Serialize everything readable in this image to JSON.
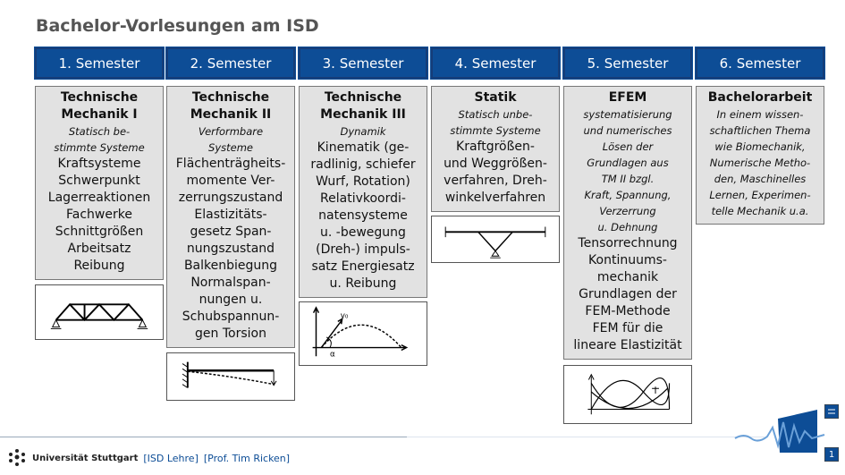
{
  "title": "Bachelor-Vorlesungen am ISD",
  "semesters": [
    "1. Semester",
    "2. Semester",
    "3. Semester",
    "4. Semester",
    "5. Semester",
    "6. Semester"
  ],
  "courses": [
    {
      "head": [
        "Technische",
        "Mechanik I"
      ],
      "italic": [
        "Statisch be-",
        "stimmte Systeme"
      ],
      "normal": [
        "Kraftsysteme",
        "Schwerpunkt",
        "Lagerreaktionen",
        "Fachwerke",
        "Schnittgrößen",
        "Arbeitsatz",
        "Reibung"
      ]
    },
    {
      "head": [
        "Technische",
        "Mechanik II"
      ],
      "italic": [
        "Verformbare",
        "Systeme"
      ],
      "normal": [
        "Flächenträgheits-",
        "momente Ver-",
        "zerrungszustand",
        "Elastizitäts-",
        "gesetz Span-",
        "nungszustand",
        "Balkenbiegung",
        "Normalspan-",
        "nungen u.",
        "Schubspannun-",
        "gen Torsion"
      ]
    },
    {
      "head": [
        "Technische",
        "Mechanik III"
      ],
      "italic": [
        "Dynamik"
      ],
      "normal": [
        "Kinematik (ge-",
        "radlinig, schiefer",
        "Wurf, Rotation)",
        "Relativkoordi-",
        "natensysteme",
        "u. -bewegung",
        "(Dreh-) impuls-",
        "satz Energiesatz",
        "u. Reibung"
      ]
    },
    {
      "head": [
        "Statik"
      ],
      "italic": [
        "Statisch unbe-",
        "stimmte Systeme"
      ],
      "normal": [
        "Kraftgrößen-",
        "und Weggrößen-",
        "verfahren, Dreh-",
        "winkelverfahren"
      ]
    },
    {
      "head": [
        "EFEM"
      ],
      "italic": [
        "systematisierung",
        "und numerisches",
        "Lösen der",
        "Grundlagen aus",
        "TM II bzgl.",
        "Kraft, Spannung,",
        "Verzerrung",
        "u. Dehnung"
      ],
      "normal": [
        "Tensorrechnung",
        "Kontinuums-",
        "mechanik",
        "Grundlagen der",
        "FEM-Methode",
        "FEM für die",
        "lineare Elastizität"
      ]
    },
    {
      "head": [
        "Bachelorarbeit"
      ],
      "italic": [
        "In einem wissen-",
        "schaftlichen Thema",
        "wie Biomechanik,",
        "Numerische Metho-",
        "den, Maschinelles",
        "Lernen, Experimen-",
        "telle Mechanik u.a."
      ],
      "normal": []
    }
  ],
  "footer": {
    "university": "Universität Stuttgart",
    "lehre": "[ISD Lehre]",
    "prof": "[Prof. Tim Ricken]",
    "page": "1"
  },
  "sketch_labels": {
    "velocity": "v₀",
    "angle": "α"
  },
  "colors": {
    "accent": "#0d4d96",
    "box": "#e2e2e2",
    "title": "#555555"
  }
}
